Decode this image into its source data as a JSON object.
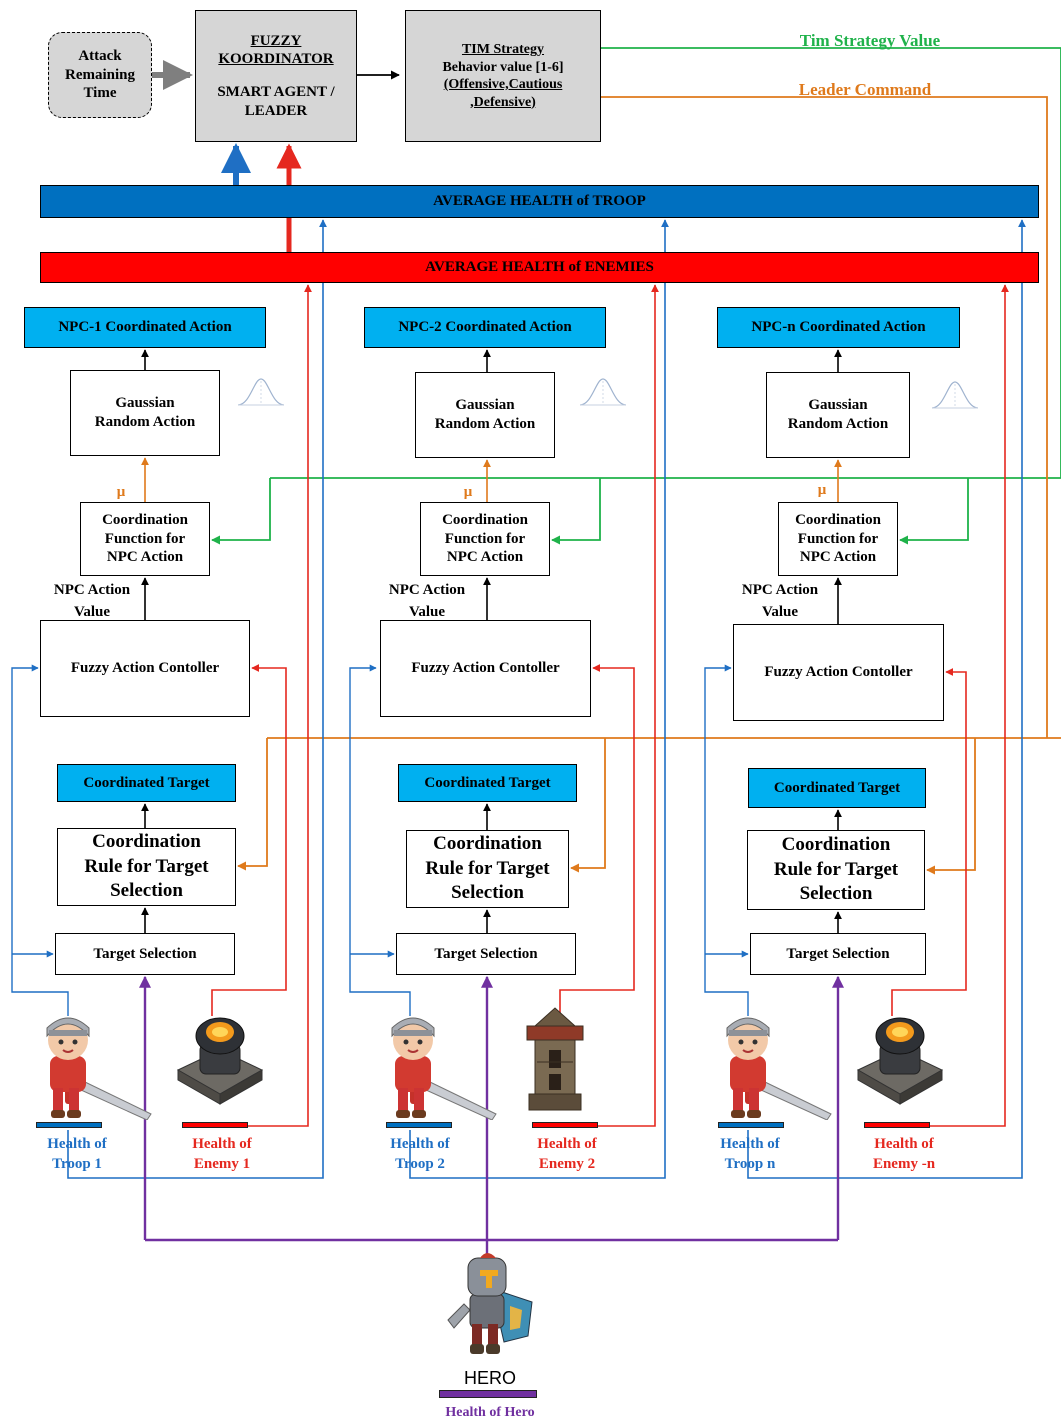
{
  "top": {
    "attack_time": "Attack\nRemaining\nTime",
    "coordinator_title": "FUZZY\nKOORDINATOR",
    "coordinator_sub": "SMART AGENT /\nLEADER",
    "tim_title": "TIM Strategy",
    "tim_line2": "Behavior value [1-6]",
    "tim_line3": "(Offensive,Cautious\n,Defensive)",
    "tim_value_label": "Tim Strategy Value",
    "leader_command_label": "Leader Command"
  },
  "bars": {
    "troop": "AVERAGE HEALTH of TROOP",
    "enemies": "AVERAGE HEALTH of ENEMIES"
  },
  "columns": [
    {
      "npc_action": "NPC-1 Coordinated Action",
      "gaussian": "Gaussian\nRandom Action",
      "mu": "μ",
      "coord_function": "Coordination\nFunction for\nNPC Action",
      "npc_action_value": "NPC Action\nValue",
      "fuzzy_controller": "Fuzzy Action Contoller",
      "coord_target": "Coordinated Target",
      "coord_rule": "Coordination\nRule for Target\nSelection",
      "target_selection": "Target Selection",
      "troop_health": "Health of\nTroop 1",
      "enemy_health": "Health of\nEnemy 1",
      "enemy_type": "cannon"
    },
    {
      "npc_action": "NPC-2 Coordinated Action",
      "gaussian": "Gaussian\nRandom Action",
      "mu": "μ",
      "coord_function": "Coordination\nFunction for\nNPC Action",
      "npc_action_value": "NPC Action\nValue",
      "fuzzy_controller": "Fuzzy Action Contoller",
      "coord_target": "Coordinated Target",
      "coord_rule": "Coordination\nRule for Target\nSelection",
      "target_selection": "Target Selection",
      "troop_health": "Health of\nTroop 2",
      "enemy_health": "Health of\nEnemy 2",
      "enemy_type": "tower"
    },
    {
      "npc_action": "NPC-n Coordinated Action",
      "gaussian": "Gaussian\nRandom Action",
      "mu": "μ",
      "coord_function": "Coordination\nFunction for\nNPC Action",
      "npc_action_value": "NPC Action\nValue",
      "fuzzy_controller": "Fuzzy Action Contoller",
      "coord_target": "Coordinated Target",
      "coord_rule": "Coordination\nRule for Target\nSelection",
      "target_selection": "Target Selection",
      "troop_health": "Health of\nTroop n",
      "enemy_health": "Health of\nEnemy -n",
      "enemy_type": "cannon"
    }
  ],
  "hero": {
    "name": "HERO",
    "health_label": "Health of Hero"
  },
  "colors": {
    "blue": "#1f6fc4",
    "red": "#e5281f",
    "green": "#1fb24a",
    "orange": "#df7a1c",
    "purple": "#7030a0",
    "cyan": "#00b0f0",
    "gray": "#d6d6d6",
    "troop_bar": "#0070c0",
    "enemy_bar": "#ff0000"
  }
}
